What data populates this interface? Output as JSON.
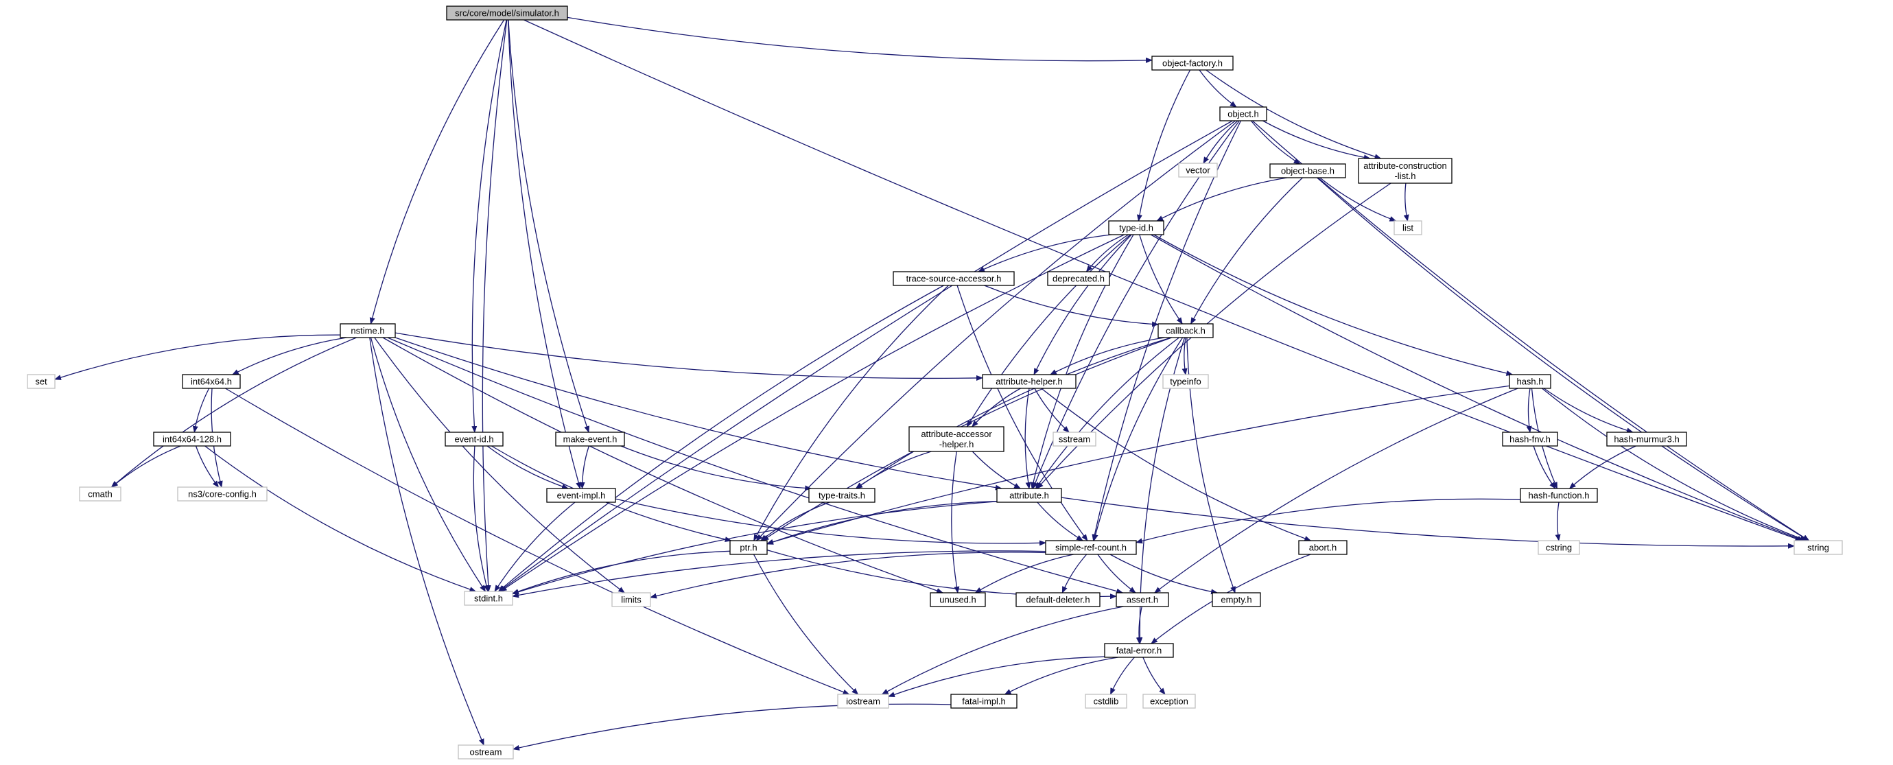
{
  "colors": {
    "edge": "#191970",
    "main_fill": "#bfbfbf",
    "node_border": "#000000",
    "system_border": "#bfbfbf",
    "node_fill": "#ffffff"
  },
  "nodes": {
    "simulator": {
      "label": [
        "src/core/model/simulator.h"
      ],
      "kind": "main"
    },
    "object_factory": {
      "label": [
        "object-factory.h"
      ],
      "kind": "local"
    },
    "object": {
      "label": [
        "object.h"
      ],
      "kind": "local"
    },
    "vector": {
      "label": [
        "vector"
      ],
      "kind": "system"
    },
    "object_base": {
      "label": [
        "object-base.h"
      ],
      "kind": "local"
    },
    "attr_construction": {
      "label": [
        "attribute-construction",
        "-list.h"
      ],
      "kind": "local"
    },
    "list": {
      "label": [
        "list"
      ],
      "kind": "system"
    },
    "type_id": {
      "label": [
        "type-id.h"
      ],
      "kind": "local"
    },
    "trace_source": {
      "label": [
        "trace-source-accessor.h"
      ],
      "kind": "local"
    },
    "deprecated": {
      "label": [
        "deprecated.h"
      ],
      "kind": "local"
    },
    "callback": {
      "label": [
        "callback.h"
      ],
      "kind": "local"
    },
    "nstime": {
      "label": [
        "nstime.h"
      ],
      "kind": "local"
    },
    "set": {
      "label": [
        "set"
      ],
      "kind": "system"
    },
    "int64x64": {
      "label": [
        "int64x64.h"
      ],
      "kind": "local"
    },
    "int64x64_128": {
      "label": [
        "int64x64-128.h"
      ],
      "kind": "local"
    },
    "cmath": {
      "label": [
        "cmath"
      ],
      "kind": "system"
    },
    "core_config": {
      "label": [
        "ns3/core-config.h"
      ],
      "kind": "system"
    },
    "event_id": {
      "label": [
        "event-id.h"
      ],
      "kind": "local"
    },
    "make_event": {
      "label": [
        "make-event.h"
      ],
      "kind": "local"
    },
    "event_impl": {
      "label": [
        "event-impl.h"
      ],
      "kind": "local"
    },
    "typeinfo": {
      "label": [
        "typeinfo"
      ],
      "kind": "system"
    },
    "attr_helper": {
      "label": [
        "attribute-helper.h"
      ],
      "kind": "local"
    },
    "sstream": {
      "label": [
        "sstream"
      ],
      "kind": "system"
    },
    "attr_accessor": {
      "label": [
        "attribute-accessor",
        "-helper.h"
      ],
      "kind": "local"
    },
    "type_traits": {
      "label": [
        "type-traits.h"
      ],
      "kind": "local"
    },
    "attribute": {
      "label": [
        "attribute.h"
      ],
      "kind": "local"
    },
    "hash": {
      "label": [
        "hash.h"
      ],
      "kind": "local"
    },
    "hash_fnv": {
      "label": [
        "hash-fnv.h"
      ],
      "kind": "local"
    },
    "hash_murmur3": {
      "label": [
        "hash-murmur3.h"
      ],
      "kind": "local"
    },
    "hash_function": {
      "label": [
        "hash-function.h"
      ],
      "kind": "local"
    },
    "cstring": {
      "label": [
        "cstring"
      ],
      "kind": "system"
    },
    "ptr": {
      "label": [
        "ptr.h"
      ],
      "kind": "local"
    },
    "simple_ref": {
      "label": [
        "simple-ref-count.h"
      ],
      "kind": "local"
    },
    "abort": {
      "label": [
        "abort.h"
      ],
      "kind": "local"
    },
    "string": {
      "label": [
        "string"
      ],
      "kind": "system"
    },
    "stdint": {
      "label": [
        "stdint.h"
      ],
      "kind": "system"
    },
    "limits": {
      "label": [
        "limits"
      ],
      "kind": "system"
    },
    "unused": {
      "label": [
        "unused.h"
      ],
      "kind": "local"
    },
    "default_deleter": {
      "label": [
        "default-deleter.h"
      ],
      "kind": "local"
    },
    "assert": {
      "label": [
        "assert.h"
      ],
      "kind": "local"
    },
    "empty": {
      "label": [
        "empty.h"
      ],
      "kind": "local"
    },
    "fatal_error": {
      "label": [
        "fatal-error.h"
      ],
      "kind": "local"
    },
    "iostream": {
      "label": [
        "iostream"
      ],
      "kind": "system"
    },
    "cstdlib": {
      "label": [
        "cstdlib"
      ],
      "kind": "system"
    },
    "exception": {
      "label": [
        "exception"
      ],
      "kind": "system"
    },
    "fatal_impl": {
      "label": [
        "fatal-impl.h"
      ],
      "kind": "local"
    },
    "ostream": {
      "label": [
        "ostream"
      ],
      "kind": "system"
    }
  },
  "edges": [
    [
      "simulator",
      "object_factory"
    ],
    [
      "simulator",
      "string"
    ],
    [
      "simulator",
      "nstime"
    ],
    [
      "simulator",
      "event_id"
    ],
    [
      "simulator",
      "event_impl"
    ],
    [
      "simulator",
      "make_event"
    ],
    [
      "simulator",
      "stdint"
    ],
    [
      "object_factory",
      "object"
    ],
    [
      "object_factory",
      "attr_construction"
    ],
    [
      "object_factory",
      "type_id"
    ],
    [
      "object",
      "vector"
    ],
    [
      "object",
      "object_base"
    ],
    [
      "object",
      "attr_construction"
    ],
    [
      "object",
      "ptr"
    ],
    [
      "object",
      "attribute"
    ],
    [
      "object",
      "stdint"
    ],
    [
      "object",
      "simple_ref"
    ],
    [
      "object",
      "string"
    ],
    [
      "object_base",
      "type_id"
    ],
    [
      "object_base",
      "list"
    ],
    [
      "object_base",
      "callback"
    ],
    [
      "object_base",
      "string"
    ],
    [
      "attr_construction",
      "list"
    ],
    [
      "attr_construction",
      "attribute"
    ],
    [
      "type_id",
      "trace_source"
    ],
    [
      "type_id",
      "deprecated"
    ],
    [
      "type_id",
      "callback"
    ],
    [
      "type_id",
      "attr_helper"
    ],
    [
      "type_id",
      "attr_accessor"
    ],
    [
      "type_id",
      "attribute"
    ],
    [
      "type_id",
      "hash"
    ],
    [
      "type_id",
      "stdint"
    ],
    [
      "type_id",
      "string"
    ],
    [
      "trace_source",
      "callback"
    ],
    [
      "trace_source",
      "ptr"
    ],
    [
      "trace_source",
      "simple_ref"
    ],
    [
      "trace_source",
      "stdint"
    ],
    [
      "callback",
      "typeinfo"
    ],
    [
      "callback",
      "attr_helper"
    ],
    [
      "callback",
      "attribute"
    ],
    [
      "callback",
      "ptr"
    ],
    [
      "callback",
      "simple_ref"
    ],
    [
      "callback",
      "type_traits"
    ],
    [
      "callback",
      "fatal_error"
    ],
    [
      "callback",
      "empty"
    ],
    [
      "nstime",
      "set"
    ],
    [
      "nstime",
      "int64x64"
    ],
    [
      "nstime",
      "cmath"
    ],
    [
      "nstime",
      "attr_helper"
    ],
    [
      "nstime",
      "attribute"
    ],
    [
      "nstime",
      "assert"
    ],
    [
      "nstime",
      "stdint"
    ],
    [
      "nstime",
      "limits"
    ],
    [
      "nstime",
      "unused"
    ],
    [
      "nstime",
      "ostream"
    ],
    [
      "int64x64",
      "int64x64_128"
    ],
    [
      "int64x64",
      "core_config"
    ],
    [
      "int64x64",
      "iostream"
    ],
    [
      "int64x64_128",
      "cmath"
    ],
    [
      "int64x64_128",
      "core_config"
    ],
    [
      "int64x64_128",
      "stdint"
    ],
    [
      "event_id",
      "event_impl"
    ],
    [
      "event_id",
      "ptr"
    ],
    [
      "event_id",
      "stdint"
    ],
    [
      "make_event",
      "event_impl"
    ],
    [
      "make_event",
      "type_traits"
    ],
    [
      "event_impl",
      "simple_ref"
    ],
    [
      "event_impl",
      "stdint"
    ],
    [
      "attr_helper",
      "sstream"
    ],
    [
      "attr_helper",
      "attr_accessor"
    ],
    [
      "attr_helper",
      "attribute"
    ],
    [
      "attr_helper",
      "abort"
    ],
    [
      "attr_accessor",
      "type_traits"
    ],
    [
      "attr_accessor",
      "attribute"
    ],
    [
      "attr_accessor",
      "unused"
    ],
    [
      "type_traits",
      "ptr"
    ],
    [
      "attribute",
      "ptr"
    ],
    [
      "attribute",
      "simple_ref"
    ],
    [
      "attribute",
      "string"
    ],
    [
      "attribute",
      "stdint"
    ],
    [
      "hash",
      "hash_fnv"
    ],
    [
      "hash",
      "hash_murmur3"
    ],
    [
      "hash",
      "hash_function"
    ],
    [
      "hash",
      "string"
    ],
    [
      "hash",
      "assert"
    ],
    [
      "hash",
      "ptr"
    ],
    [
      "hash_fnv",
      "hash_function"
    ],
    [
      "hash_murmur3",
      "hash_function"
    ],
    [
      "hash_function",
      "cstring"
    ],
    [
      "hash_function",
      "simple_ref"
    ],
    [
      "ptr",
      "stdint"
    ],
    [
      "ptr",
      "assert"
    ],
    [
      "ptr",
      "iostream"
    ],
    [
      "simple_ref",
      "default_deleter"
    ],
    [
      "simple_ref",
      "assert"
    ],
    [
      "simple_ref",
      "empty"
    ],
    [
      "simple_ref",
      "unused"
    ],
    [
      "simple_ref",
      "stdint"
    ],
    [
      "simple_ref",
      "limits"
    ],
    [
      "abort",
      "fatal_error"
    ],
    [
      "assert",
      "fatal_error"
    ],
    [
      "assert",
      "iostream"
    ],
    [
      "fatal_error",
      "iostream"
    ],
    [
      "fatal_error",
      "cstdlib"
    ],
    [
      "fatal_error",
      "exception"
    ],
    [
      "fatal_error",
      "fatal_impl"
    ],
    [
      "fatal_impl",
      "ostream"
    ]
  ]
}
